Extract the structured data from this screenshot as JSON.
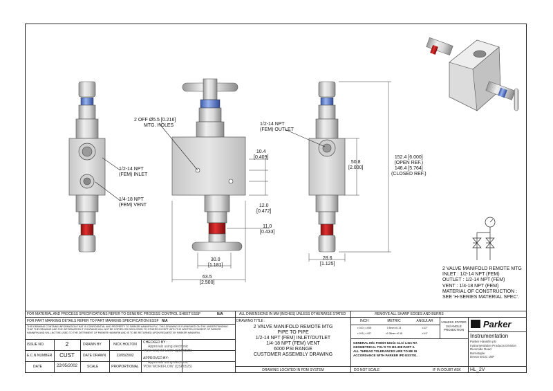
{
  "labels": {
    "inlet_left": [
      "1/2-14 NPT",
      "(FEM) INLET"
    ],
    "vent_left": [
      "1/4-18 NPT",
      "(FEM) VENT"
    ],
    "holes": [
      "2 OFF Ø5.5 [0.216]",
      "MTG. HOLES"
    ],
    "outlet_right": [
      "1/2-14 NPT",
      "(FEM) OUTLET"
    ]
  },
  "dims": {
    "d10": [
      "10.4",
      "[0.409]"
    ],
    "d12": [
      "12.0",
      "[0.472]"
    ],
    "d11": [
      "11.0",
      "[0.433]"
    ],
    "d30": [
      "30.0",
      "[1.181]"
    ],
    "d63": [
      "63.5",
      "[2.500]"
    ],
    "d508": [
      "50.8",
      "[2.000]"
    ],
    "d286": [
      "28.6",
      "[1.125]"
    ],
    "d152": [
      "152.4 [6.000]",
      "(OPEN REF.)",
      "146.4 [5.764]",
      "(CLOSED REF.)"
    ]
  },
  "spec": {
    "lines": [
      "2 VALVE MANIFOLD REMOTE MTG",
      "INLET : 1/2-14 NPT (FEM)",
      "OUTLET : 1/2-14 NPT (FEM)",
      "VENT : 1/4-18 NPT (FEM)",
      "MATERIAL OF CONSTRUCTION :",
      "SEE 'H-SERIES MATERIAL SPEC'."
    ]
  },
  "title_block": {
    "spec_row1": "FOR MATERIAL AND PROCESS SPECIFICATIONS REFER TO GENERIC PROCESS CONTROL SHEET ESSF",
    "spec_row1_val": "N/A",
    "spec_row2": "FOR PART MARKING DETAILS REFER TO PART MARKING SPECIFICATION ESSF",
    "spec_row2_val": "N/A",
    "confidential": "THIS DRAWING CONTAINS INFORMATION THAT IS CONFIDENTIAL AND PROPERTY TO PARKER HANNIFIN PLC. THIS DRAWING IS FURNISHED ON THE UNDERSTANDING THAT THE DRAWING AND THE INFORMATION IT CONTAINS WILL NOT BE COPIED OR DISCLOSED TO OTHERS EXCEPT WITH THE WRITTEN CONSENT OF PARKER HANNIFIN AND WILL NOT BE USED TO THE DETRIMENT OF PARKER HANNIFIN AND IS TO BE RETURNED UPON REQUEST BY PARKER HANNIFIN.",
    "issue_no_label": "ISSUE NO.",
    "issue_no": "2",
    "drawn_by_label": "DRAWN BY",
    "drawn_by": "NICK HOLTON",
    "ecn_label": "E.C.N NUMBER",
    "ecn": "CUST",
    "date_drawn_label": "DATE DRAWN",
    "date_drawn": "22/05/2002",
    "date_label": "DATE",
    "date": "22/05/2002",
    "scale_label": "SCALE",
    "scale": "PROPORTIONAL",
    "checked_label": "CHECKED BY :",
    "approved_label": "APPROVED BY:",
    "approvals": "Approvals using electronic",
    "workflow": "'PDM WORKFLOW' (QSP0525)",
    "dims_note": "ALL DIMENSIONS IN MM [INCHES] UNLESS OTHERWISE STATED",
    "drawing_title_label": "DRAWING TITLE :",
    "drawing_title": [
      "2 VALVE MANIFOLD REMOTE MTG",
      "PIPE TO PIPE",
      "1/2-14 NPT (FEM) INLET/OUTLET",
      "1/4-18 NPT (FEM) VENT",
      "6000 PSI RANGE",
      "CUSTOMER ASSEMBLY DRAWING"
    ],
    "pdm_note": "DRAWING LOCATED IN PDM SYSTEM",
    "burrs": "REMOVE ALL SHARP EDGES AND BURRS",
    "tol_headers": [
      "INCH",
      "METRIC",
      "ANGULAR"
    ],
    "tol_rows": [
      [
        "±.010 | ±.005",
        "0.5mm ±0.13",
        "±1/2°"
      ],
      [
        "±.015 | ±.007",
        "±0.38mm ±0.18",
        "±1/4°"
      ]
    ],
    "unless_stated": [
      "UNLESS STATED",
      "3rd ANGLE",
      "PROJECTION"
    ],
    "finish_note": [
      "GENERAL M/C FINISH 63min CLA/ 1.6m RA",
      "GEOMETRICAL TOL'S TO BS.308 PART 3.",
      "ALL THREAD TOLERANCES ARE TO BE IN",
      "ACCORDANCE WITH PARKER IPD ESS701."
    ],
    "do_not_scale": "DO NOT SCALE",
    "if_in_doubt": "IF IN DOUBT ASK",
    "brand": "Parker",
    "division_title": "Instrumentation",
    "address": [
      "Parker Hannifin plc",
      "Instrumentation Products Division",
      "Riverside Road",
      "Barnstaple",
      "Devon EX31 1NP"
    ],
    "drawing_no": "HL_2V"
  }
}
